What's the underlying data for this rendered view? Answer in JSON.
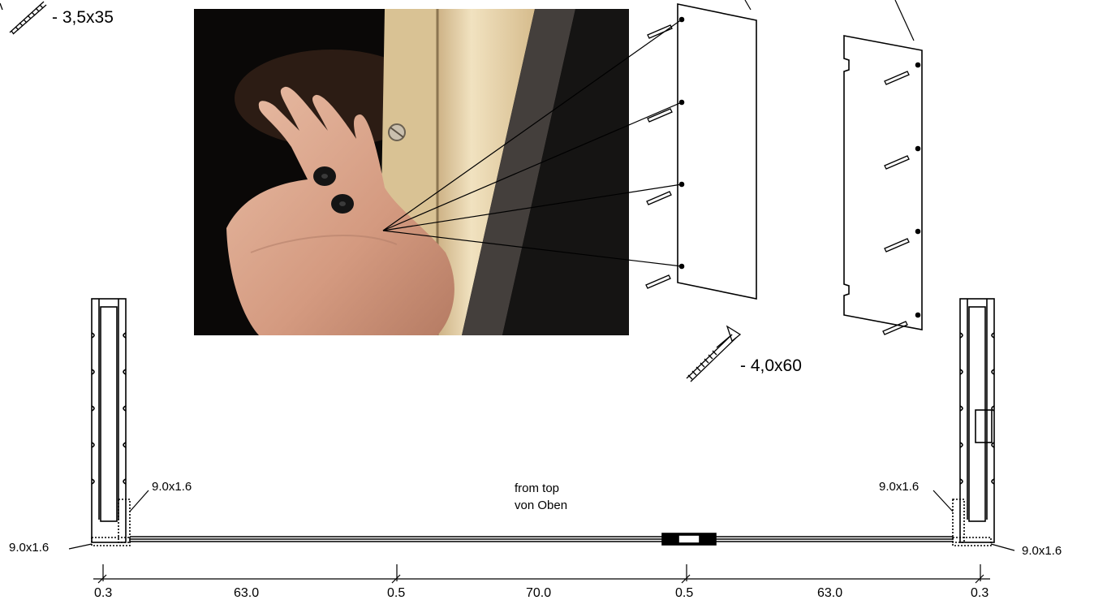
{
  "labels": {
    "screw_small": "- 3,5x35",
    "screw_large": "- 4,0x60",
    "view_en": "from top",
    "view_de": "von Oben",
    "board_left_upper": "9.0x1.6",
    "board_left_lower": "9.0x1.6",
    "board_right_upper": "9.0x1.6",
    "board_right_lower": "9.0x1.6"
  },
  "dimensions": [
    "0.3",
    "63.0",
    "0.5",
    "70.0",
    "0.5",
    "63.0",
    "0.3"
  ],
  "photo": {
    "description_icon": "hand-holding-rubber-washers-photo"
  },
  "colors": {
    "line": "#000000",
    "background": "#ffffff",
    "wood": "#e8d3a8",
    "skin": "#d9a78f"
  }
}
